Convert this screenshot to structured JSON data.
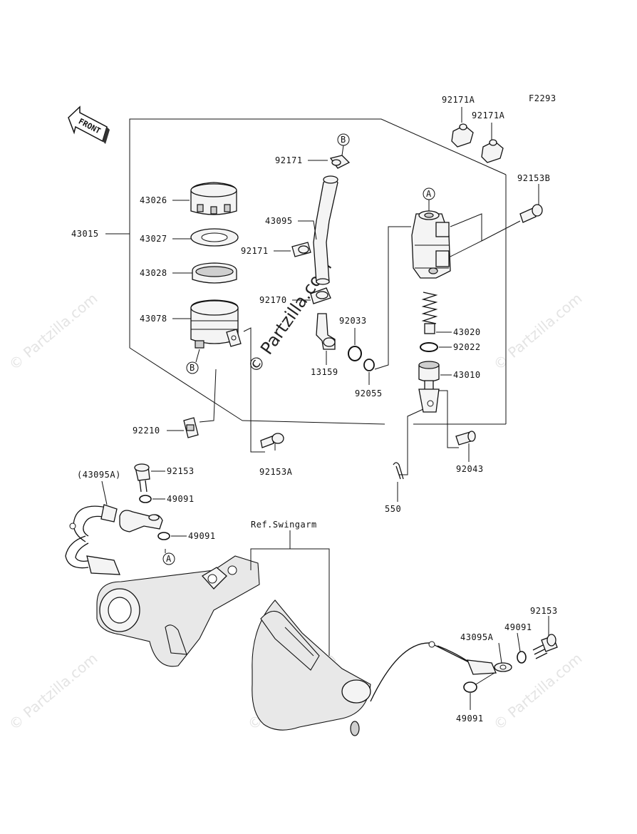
{
  "figure_code": "F2293",
  "front_label": "FRONT",
  "watermark": "© Partzilla.com",
  "reference": "Ref.Swingarm",
  "parts": {
    "p43026": "43026",
    "p43027": "43027",
    "p43028": "43028",
    "p43078": "43078",
    "p43015": "43015",
    "p92210": "92210",
    "p92171_top": "92171",
    "p43095": "43095",
    "p92171_mid": "92171",
    "p92170": "92170",
    "p92033": "92033",
    "p13159": "13159",
    "p92055": "92055",
    "p92153A": "92153A",
    "p92171A_1": "92171A",
    "p92171A_2": "92171A",
    "p92153B": "92153B",
    "p43020": "43020",
    "p92022": "92022",
    "p43010": "43010",
    "p92043": "92043",
    "p550": "550",
    "p43095A_paren": "(43095A)",
    "p92153_left": "92153",
    "p49091_a": "49091",
    "p49091_b": "49091",
    "p92153_right": "92153",
    "p43095A": "43095A",
    "p49091_c": "49091",
    "p49091_d": "49091"
  },
  "refs": {
    "a_top": "A",
    "b_top": "B",
    "b_reservoir": "B",
    "a_lower": "A"
  }
}
